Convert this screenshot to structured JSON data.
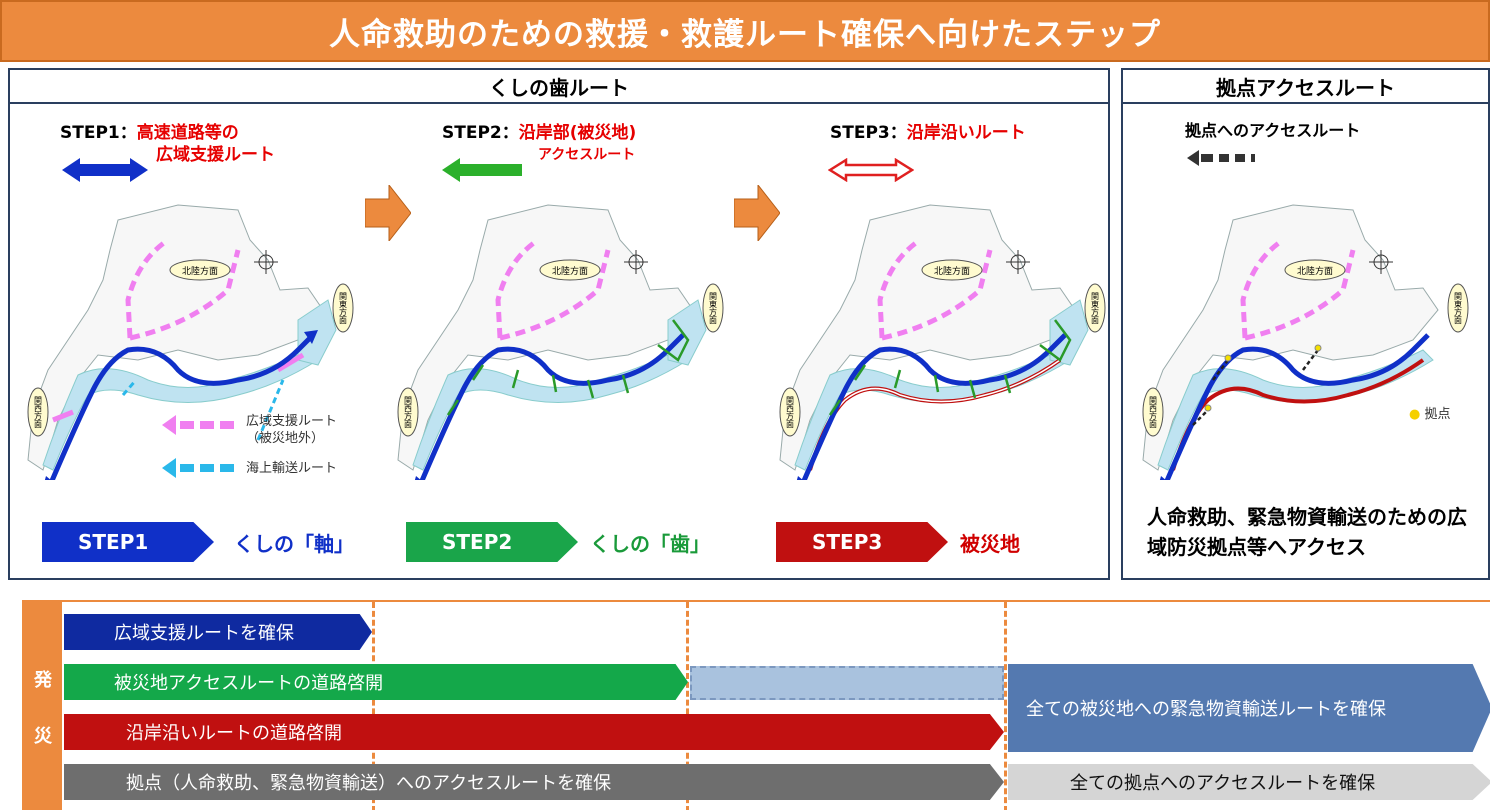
{
  "title": "人命救助のための救援・救護ルート確保へ向けたステップ",
  "left_panel": {
    "heading": "くしの歯ルート",
    "steps": [
      {
        "prefix": "STEP1：",
        "title_red": "高速道路等の",
        "title_red2": "広域支援ルート",
        "pill": "STEP1",
        "caption": "くしの「軸」",
        "pill_color": "#1030c8",
        "caption_color": "#1030c8"
      },
      {
        "prefix": "STEP2：",
        "title_red": "沿岸部(被災地)",
        "title_red2": "アクセスルート",
        "pill": "STEP2",
        "caption": "くしの「歯」",
        "pill_color": "#1aa54a",
        "caption_color": "#1a9a3a"
      },
      {
        "prefix": "STEP3：",
        "title_red": "沿岸沿いルート",
        "title_red2": "",
        "pill": "STEP3",
        "caption": "被災地",
        "pill_color": "#c01010",
        "caption_color": "#d00000"
      }
    ],
    "map_labels": {
      "hokuriku": "北陸方面",
      "kanto": "関東方面",
      "kansai": "関西方面"
    },
    "legend": {
      "wide_area": "広域支援ルート",
      "wide_area_sub": "（被災地外）",
      "sea": "海上輸送ルート"
    }
  },
  "right_panel": {
    "heading": "拠点アクセスルート",
    "legend_label": "拠点へのアクセスルート",
    "base_label": "拠点",
    "description": "人命救助、緊急物資輸送のための広域防災拠点等へアクセス"
  },
  "timeline": {
    "side_label_1": "発",
    "side_label_2": "災",
    "bars": [
      "広域支援ルートを確保",
      "被災地アクセスルートの道路啓開",
      "沿岸沿いルートの道路啓開",
      "拠点（人命救助、緊急物資輸送）へのアクセスルートを確保"
    ],
    "result_1": "全ての被災地への緊急物資輸送ルートを確保",
    "result_2": "全ての拠点へのアクセスルートを確保"
  },
  "colors": {
    "orange": "#ec8a3e",
    "blue": "#1030c8",
    "green": "#1aa54a",
    "red": "#c01010",
    "gray": "#6e6e6e",
    "steel": "#5479b0",
    "pale": "#a9c2de",
    "pink": "#f07ff0",
    "cyan": "#2ab8ea"
  }
}
